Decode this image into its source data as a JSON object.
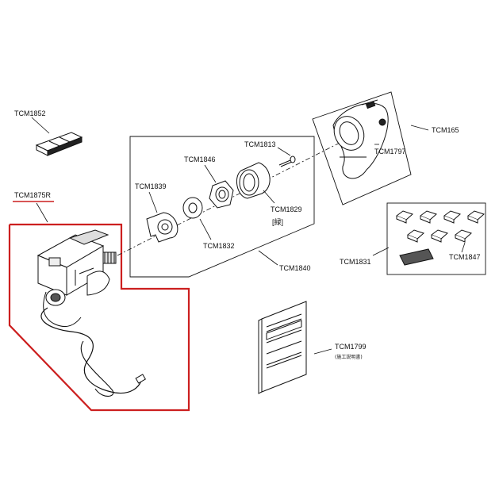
{
  "colors": {
    "line": "#111111",
    "highlight": "#cc1f1f",
    "background": "#ffffff"
  },
  "parts": {
    "tcm1852": "TCM1852",
    "tcm1875r": "TCM1875R",
    "tcm1846": "TCM1846",
    "tcm1813": "TCM1813",
    "tcm1839": "TCM1839",
    "tcm1829": "TCM1829",
    "tcm1829_note": "[緑]",
    "tcm1832": "TCM1832",
    "tcm1840": "TCM1840",
    "tcm165": "TCM165",
    "tcm1797": "TCM1797",
    "tcm1831": "TCM1831",
    "tcm1847": "TCM1847",
    "tcm1799": "TCM1799",
    "tcm1799_note": "(施工説明書)"
  }
}
